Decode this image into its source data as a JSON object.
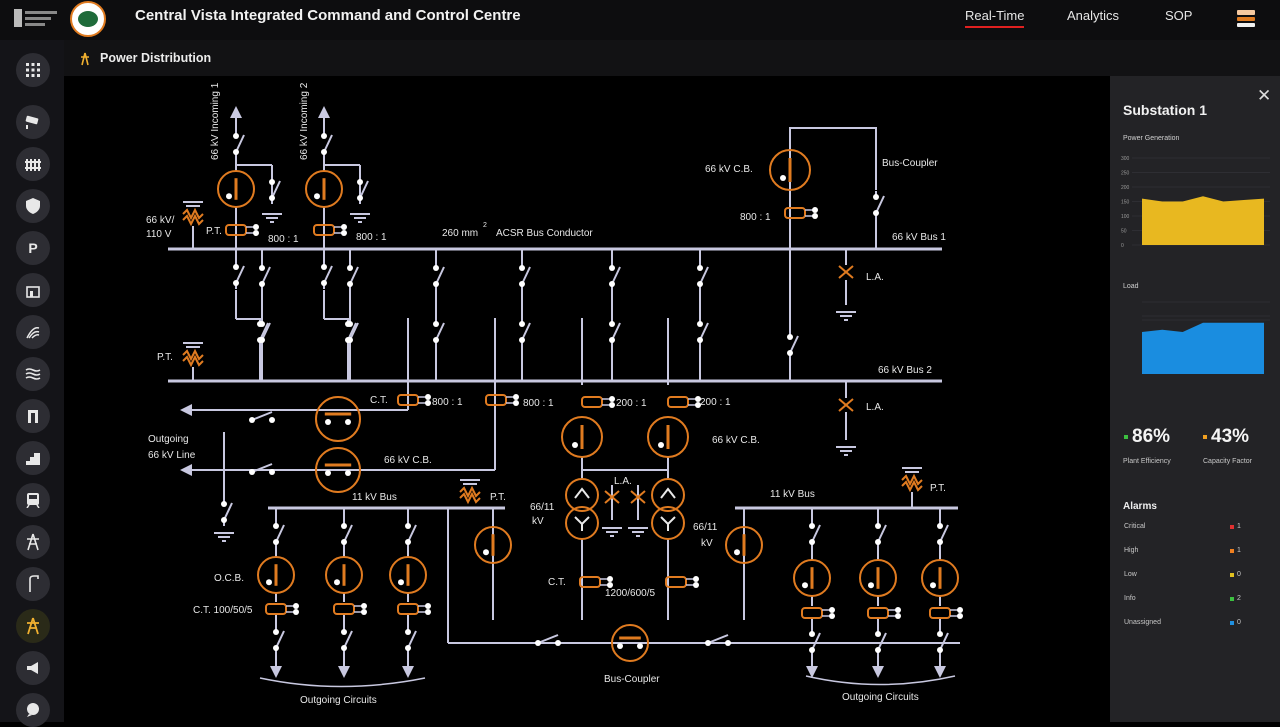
{
  "header": {
    "title": "Central Vista Integrated Command and Control Centre",
    "nav": [
      "Real-Time",
      "Analytics",
      "SOP"
    ],
    "active_nav": "Real-Time"
  },
  "sidebar": {
    "items": [
      "grid-icon",
      "cctv-icon",
      "fence-icon",
      "shield-icon",
      "parking-icon",
      "building-icon",
      "weather-icon",
      "water-icon",
      "lift-icon",
      "stairs-icon",
      "train-icon",
      "tower-icon",
      "lamp-icon",
      "power-distribution-icon",
      "megaphone-icon",
      "chat-icon"
    ],
    "active": "power-distribution-icon",
    "parking_letter": "P"
  },
  "breadcrumb": {
    "title": "Power Distribution"
  },
  "colors": {
    "accent": "#e07b20",
    "line": "#c8c8e0",
    "alert_red": "#e02020",
    "yellow": "#e8b820",
    "blue": "#1a8de0"
  },
  "panel": {
    "title": "Substation 1",
    "power_generation": {
      "label": "Power Generation",
      "y_ticks": [
        "300",
        "250",
        "200",
        "150",
        "100",
        "50",
        "0"
      ],
      "area": [
        160,
        150,
        150,
        168,
        150,
        155,
        160
      ]
    },
    "load": {
      "label": "Load",
      "area": [
        90,
        95,
        90,
        110,
        110,
        110,
        110
      ]
    },
    "kpis": [
      {
        "value": "86%",
        "label": "Plant Efficiency",
        "color": "#3cc040"
      },
      {
        "value": "43%",
        "label": "Capacity Factor",
        "color": "#f0a020"
      }
    ],
    "alarms_title": "Alarms",
    "alarms": [
      {
        "label": "Critical",
        "count": "1",
        "color": "#e03030"
      },
      {
        "label": "High",
        "count": "1",
        "color": "#f08020"
      },
      {
        "label": "Low",
        "count": "0",
        "color": "#e0c020"
      },
      {
        "label": "Info",
        "count": "2",
        "color": "#3cc040"
      },
      {
        "label": "Unassigned",
        "count": "0",
        "color": "#2090e0"
      }
    ]
  },
  "diagram": {
    "incoming_1": "66 kV Incoming 1",
    "incoming_2": "66 kV Incoming 2",
    "pt_ratio": "66 kV/ 110 V",
    "pt": "P.T.",
    "ct_800": "800 : 1",
    "ct_200": "200 : 1",
    "conductor": "260 mm",
    "conductor_sup": "2",
    "conductor_rest": "ACSR Bus Conductor",
    "cb_66": "66 kV C.B.",
    "bus_coupler": "Bus-Coupler",
    "bus1": "66 kV Bus 1",
    "bus2": "66 kV Bus 2",
    "la": "L.A.",
    "ct": "C.T.",
    "outgoing_line_1": "Outgoing",
    "outgoing_line_2": "66 kV Line",
    "bus_11": "11 kV Bus",
    "transformer_1": "66/11",
    "transformer_2": "kV",
    "ocb": "O.C.B.",
    "ct_ratio": "C.T. 100/50/5",
    "ct_1200": "1200/600/5",
    "outgoing_circuits": "Outgoing Circuits"
  }
}
